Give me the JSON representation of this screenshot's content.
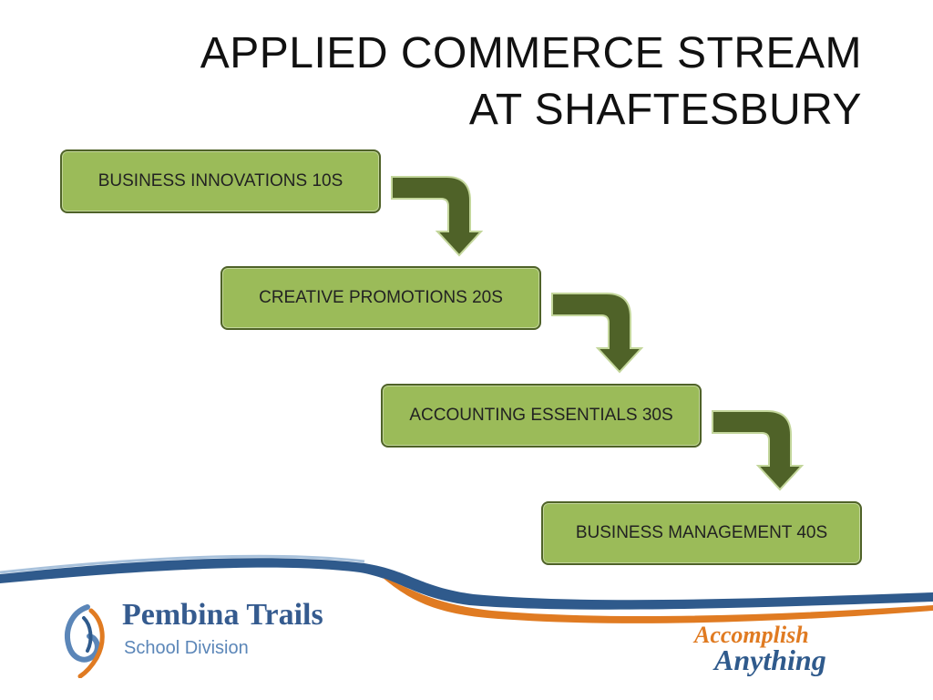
{
  "slide": {
    "title_line1": "APPLIED COMMERCE STREAM",
    "title_line2": "AT SHAFTESBURY"
  },
  "steps": [
    {
      "label": "BUSINESS INNOVATIONS 10S"
    },
    {
      "label": "CREATIVE PROMOTIONS 20S"
    },
    {
      "label": "ACCOUNTING ESSENTIALS 30S"
    },
    {
      "label": "BUSINESS MANAGEMENT 40S"
    }
  ],
  "footer": {
    "logo_name": "Pembina Trails",
    "logo_subtitle": "School Division",
    "tagline_line1": "Accomplish",
    "tagline_line2": "Anything"
  },
  "colors": {
    "box_fill": "#9bbb59",
    "box_border": "#4f6228",
    "arrow_fill": "#4f6228",
    "wave_blue": "#2f5a8c",
    "wave_orange": "#e07b22"
  }
}
